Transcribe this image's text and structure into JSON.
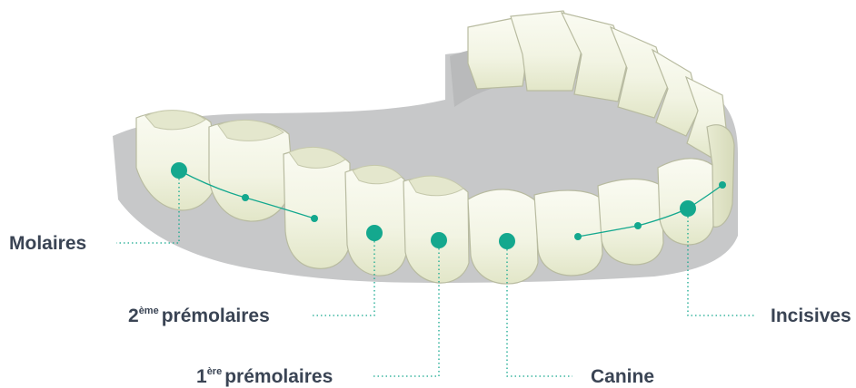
{
  "labels": {
    "molaires": "Molaires",
    "premolaires2_prefix": "2",
    "premolaires2_sup": "ème",
    "premolaires2_text": "prémolaires",
    "premolaires1_prefix": "1",
    "premolaires1_sup": "ère",
    "premolaires1_text": "prémolaires",
    "canine": "Canine",
    "incisives": "Incisives"
  },
  "colors": {
    "marker": "#14a88e",
    "text": "#3a4454",
    "tray": "#c9cacb",
    "tooth": "#f1f3e3",
    "tooth_shadow": "#dfe3c6",
    "tooth_outline": "#b9bca3"
  }
}
